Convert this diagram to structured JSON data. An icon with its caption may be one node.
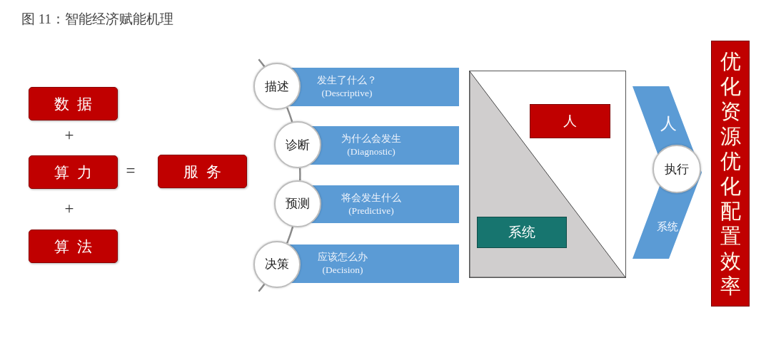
{
  "diagram": {
    "title": "图 11：智能经济赋能机理",
    "nodes": [
      {
        "text": [
          "数据"
        ]
      },
      {
        "text": [
          "算力"
        ]
      },
      {
        "text": [
          "算法"
        ]
      },
      {
        "text": [
          "服务"
        ]
      },
      {
        "text": [
          "描述"
        ]
      },
      {
        "text": [
          "发生了什么？ (Descriptive)"
        ]
      },
      {
        "text": [
          "诊断"
        ]
      },
      {
        "text": [
          "为什么会发生 (Diagnostic)"
        ]
      },
      {
        "text": [
          "预测"
        ]
      },
      {
        "text": [
          "将会发生什么 (Predictive)"
        ]
      },
      {
        "text": [
          "决策"
        ]
      },
      {
        "text": [
          "应该怎么办 (Decision)"
        ]
      },
      {
        "text": [],
        "shape": "box"
      },
      {
        "text": [
          "人"
        ],
        "in": 12
      },
      {
        "text": [
          "系统"
        ],
        "in": 12
      },
      {
        "text": [
          "人",
          "系统"
        ]
      },
      {
        "text": [
          "执行"
        ],
        "in": 15
      },
      {
        "text": [
          "优化资源优化配置效率"
        ]
      }
    ],
    "edges": [
      {
        "from": null,
        "to": 4,
        "arrow": "none"
      },
      {
        "from": 4,
        "to": 6,
        "arrow": "none"
      },
      {
        "from": 6,
        "to": 8,
        "arrow": "none"
      },
      {
        "from": 8,
        "to": 10,
        "arrow": "none"
      },
      {
        "from": 10,
        "to": null,
        "arrow": "none"
      }
    ],
    "labels": [
      "+",
      "=",
      "+"
    ]
  }
}
